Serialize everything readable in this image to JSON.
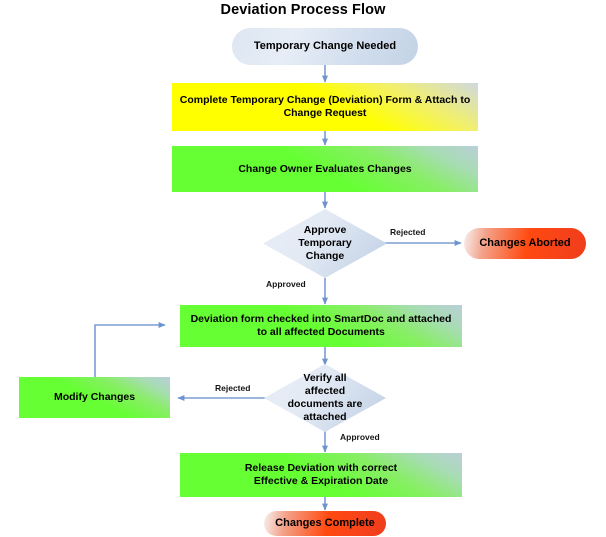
{
  "chart_data": {
    "type": "diagram",
    "subtype": "flowchart",
    "title": "Deviation Process Flow",
    "orientation": "top-to-bottom",
    "colors": {
      "start_terminator": "#d5e0ee",
      "process_yellow": "#ffff00",
      "process_green": "#66ff33",
      "decision": "#dde6f2",
      "terminator_red": "#ff4a10",
      "connector": "#7b9dd4",
      "text": "#000000",
      "background": "#ffffff"
    },
    "nodes": [
      {
        "id": "start",
        "shape": "terminator",
        "label": "Temporary Change Needed",
        "color": "#d5e0ee"
      },
      {
        "id": "form",
        "shape": "process",
        "label": "Complete Temporary Change (Deviation) Form & Attach to Change Request",
        "color": "#ffff00"
      },
      {
        "id": "evaluate",
        "shape": "process",
        "label": "Change Owner Evaluates Changes",
        "color": "#66ff33"
      },
      {
        "id": "approve",
        "shape": "decision",
        "label": "Approve Temporary Change",
        "color": "#dde6f2"
      },
      {
        "id": "aborted",
        "shape": "terminator",
        "label": "Changes Aborted",
        "color": "#ff4a10"
      },
      {
        "id": "smartdoc",
        "shape": "process",
        "label": "Deviation form checked into SmartDoc and attached to all affected Documents",
        "color": "#66ff33"
      },
      {
        "id": "verify",
        "shape": "decision",
        "label": "Verify all affected documents are attached",
        "color": "#dde6f2"
      },
      {
        "id": "modify",
        "shape": "process",
        "label": "Modify Changes",
        "color": "#66ff33"
      },
      {
        "id": "release",
        "shape": "process",
        "label": "Release Deviation with correct Effective & Expiration Date",
        "color": "#66ff33"
      },
      {
        "id": "complete",
        "shape": "terminator",
        "label": "Changes Complete",
        "color": "#ff4a10"
      }
    ],
    "edges": [
      {
        "from": "start",
        "to": "form",
        "label": ""
      },
      {
        "from": "form",
        "to": "evaluate",
        "label": ""
      },
      {
        "from": "evaluate",
        "to": "approve",
        "label": ""
      },
      {
        "from": "approve",
        "to": "aborted",
        "label": "Rejected"
      },
      {
        "from": "approve",
        "to": "smartdoc",
        "label": "Approved"
      },
      {
        "from": "smartdoc",
        "to": "verify",
        "label": ""
      },
      {
        "from": "verify",
        "to": "modify",
        "label": "Rejected"
      },
      {
        "from": "modify",
        "to": "smartdoc",
        "label": ""
      },
      {
        "from": "verify",
        "to": "release",
        "label": "Approved"
      },
      {
        "from": "release",
        "to": "complete",
        "label": ""
      }
    ]
  },
  "title": "Deviation Process Flow",
  "nodes": {
    "start": {
      "label": "Temporary Change Needed"
    },
    "form": {
      "line1": "Complete Temporary Change (Deviation) Form & Attach to",
      "line2": "Change Request"
    },
    "evaluate": {
      "label": "Change Owner Evaluates Changes"
    },
    "approve": {
      "line1": "Approve",
      "line2": "Temporary",
      "line3": "Change"
    },
    "aborted": {
      "label": "Changes Aborted"
    },
    "smartdoc": {
      "line1": "Deviation form checked into SmartDoc and attached",
      "line2": "to all affected Documents"
    },
    "verify": {
      "line1": "Verify all",
      "line2": "affected",
      "line3": "documents are",
      "line4": "attached"
    },
    "modify": {
      "label": "Modify Changes"
    },
    "release": {
      "line1": "Release Deviation with correct",
      "line2": "Effective & Expiration Date"
    },
    "complete": {
      "label": "Changes Complete"
    }
  },
  "edge_labels": {
    "rejected_approve": "Rejected",
    "approved_approve": "Approved",
    "rejected_verify": "Rejected",
    "approved_verify": "Approved"
  }
}
